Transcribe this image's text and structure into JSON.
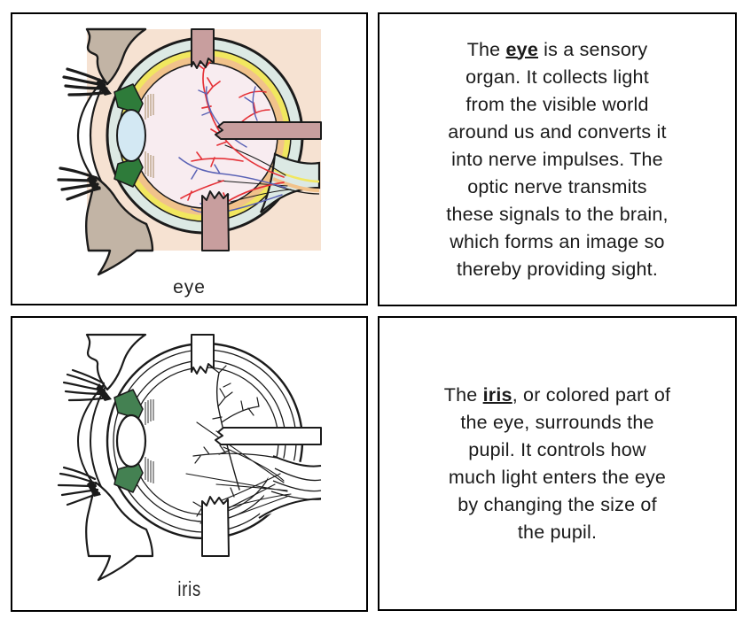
{
  "colors": {
    "page_bg": "#ffffff",
    "card_border": "#000000",
    "ink": "#1b1b1b",
    "text": "#1a1a1a",
    "skin_bg": "#f6e2d2",
    "eyelid_tan": "#c2b4a5",
    "sclera": "#dce9e4",
    "ring_yellow": "#f1e75f",
    "ring_orange": "#f1c28b",
    "interior_pink": "#f8ecf0",
    "muscle_pink": "#c89e9e",
    "green_eye": "#2e7b3a",
    "green_iris": "#448152",
    "lens_blue": "#d3e8f3",
    "vessel_red": "#e53238",
    "vessel_blue": "#5a62b5",
    "zonule": "#a5885f"
  },
  "eye_card": {
    "label": "eye"
  },
  "eye_text_card": {
    "lines": [
      {
        "pre": "The ",
        "term": "eye",
        "post": " is a sensory"
      },
      {
        "pre": "organ. It collects light"
      },
      {
        "pre": "from the visible world"
      },
      {
        "pre": "around us and converts it"
      },
      {
        "pre": "into nerve impulses. The"
      },
      {
        "pre": "optic nerve transmits"
      },
      {
        "pre": "these signals to the brain,"
      },
      {
        "pre": "which forms an image so"
      },
      {
        "pre": "thereby providing sight."
      }
    ]
  },
  "iris_card": {
    "label": "iris"
  },
  "iris_text_card": {
    "lines": [
      {
        "pre": "The ",
        "term": "iris",
        "post": ", or colored part of"
      },
      {
        "pre": "the eye, surrounds the"
      },
      {
        "pre": "pupil. It controls how"
      },
      {
        "pre": "much light enters the eye"
      },
      {
        "pre": "by changing the size of"
      },
      {
        "pre": "the pupil."
      }
    ]
  }
}
